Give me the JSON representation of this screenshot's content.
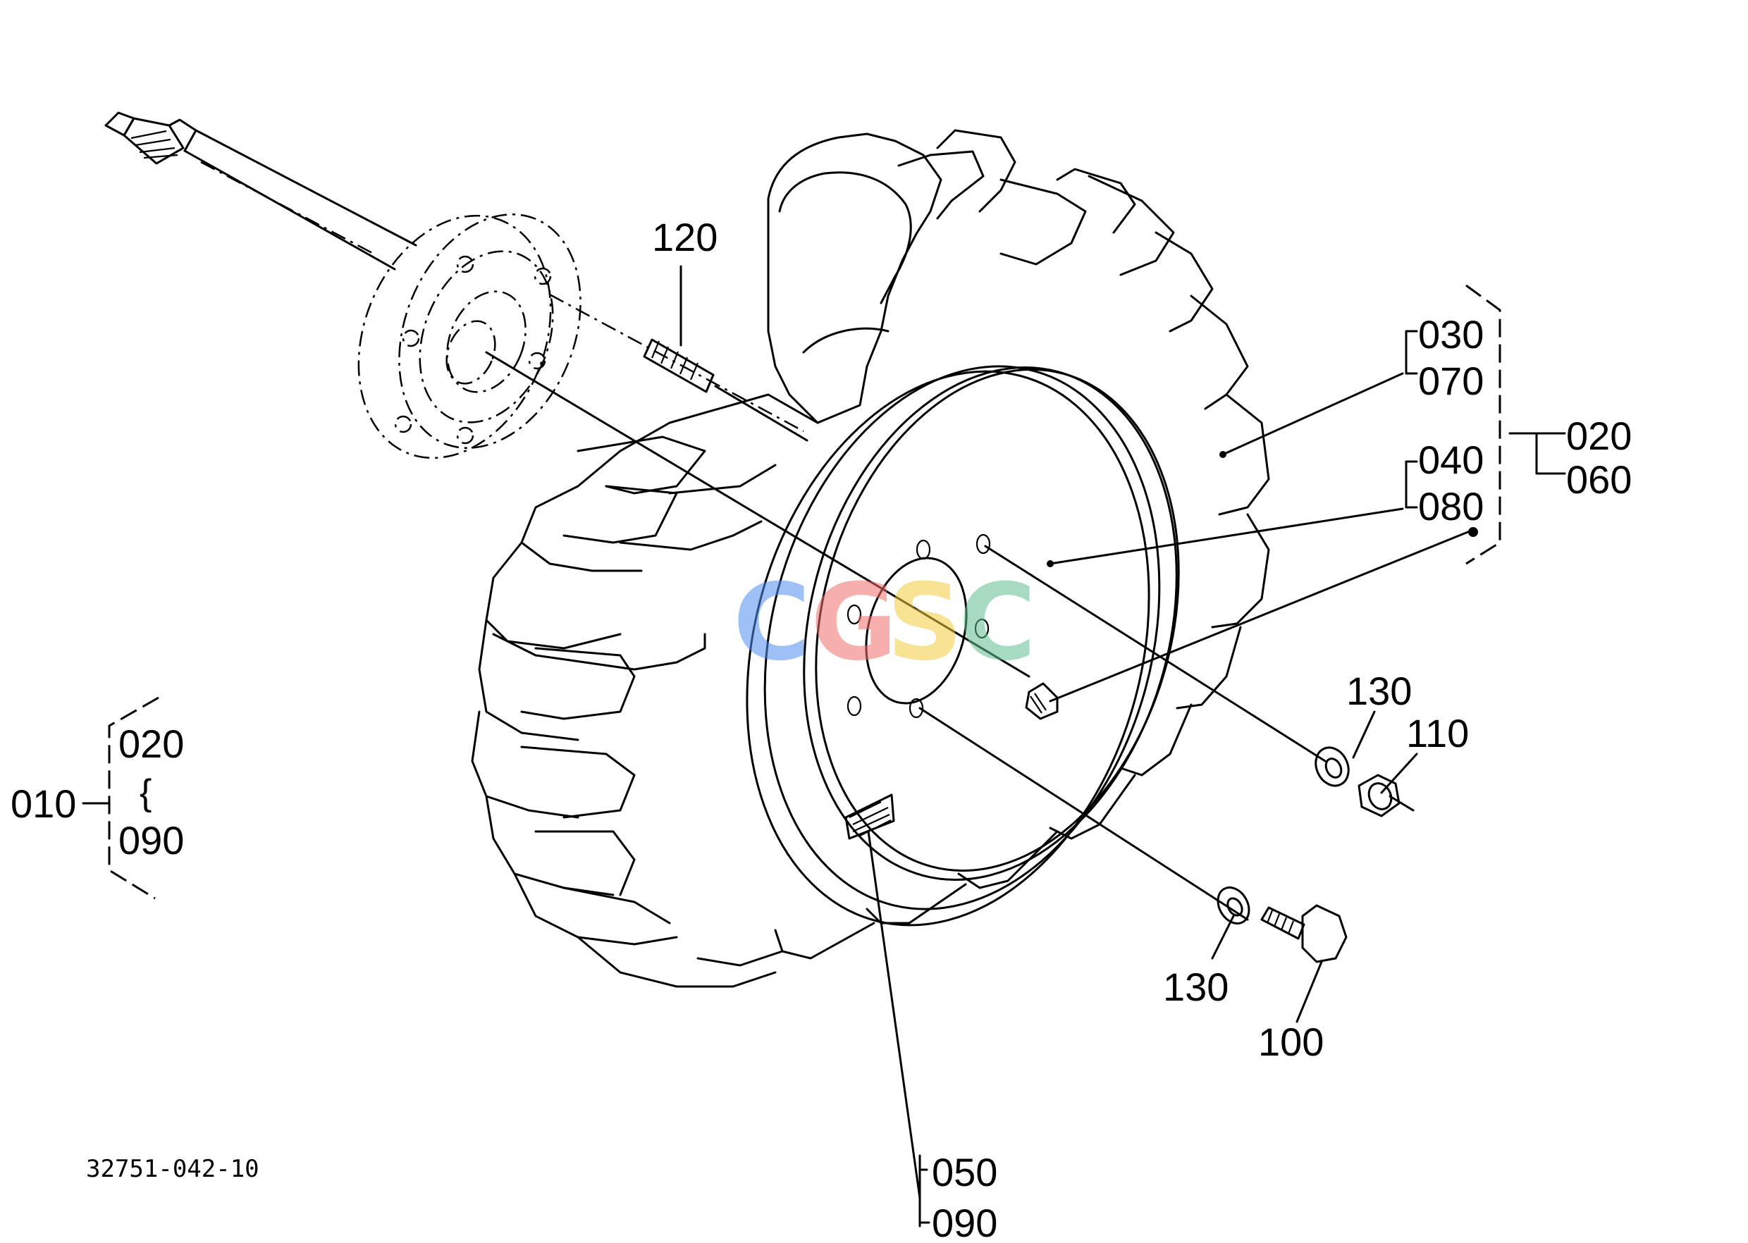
{
  "callouts": {
    "c120": "120",
    "c030": "030",
    "c070": "070",
    "c040": "040",
    "c080": "080",
    "c020r": "020",
    "c060": "060",
    "c130a": "130",
    "c110": "110",
    "c130b": "130",
    "c100": "100",
    "c050": "050",
    "c090b": "090",
    "c010": "010",
    "c020l": "020",
    "c090l": "090",
    "range_glyph": "{"
  },
  "drawing_code": "32751-042-10",
  "watermark": {
    "letters": [
      "C",
      "G",
      "S",
      "C"
    ],
    "colors": [
      "#4f8ef0",
      "#ef6f6a",
      "#f3cc3c",
      "#5fbf8f"
    ]
  }
}
